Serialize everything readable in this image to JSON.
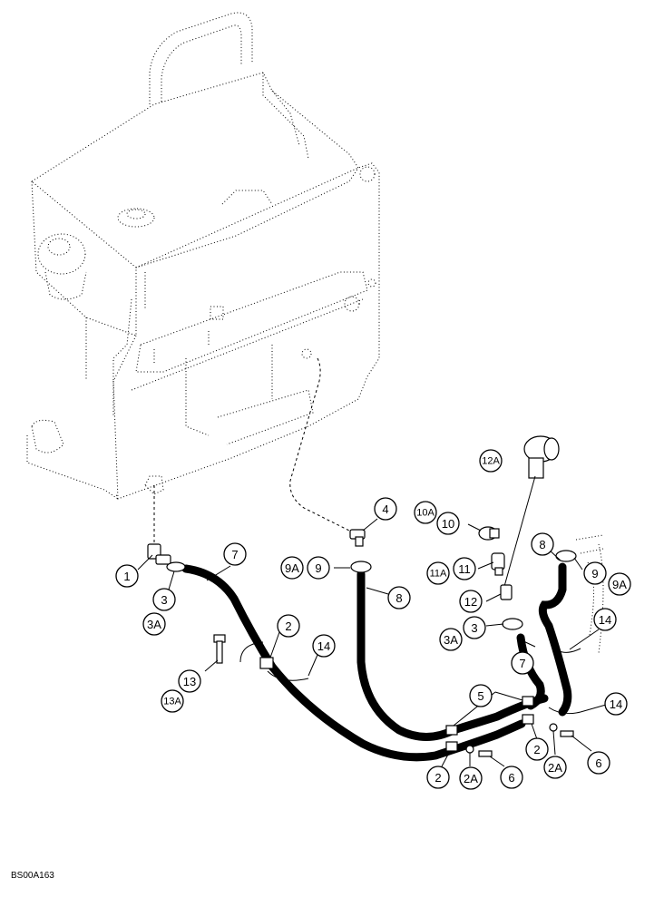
{
  "doc_id": "BS00A163",
  "callouts": [
    {
      "id": "c1",
      "label": "1"
    },
    {
      "id": "c3a",
      "label": "3"
    },
    {
      "id": "c3aa",
      "label": "3A"
    },
    {
      "id": "c7a",
      "label": "7"
    },
    {
      "id": "c2a",
      "label": "2"
    },
    {
      "id": "c14a",
      "label": "14"
    },
    {
      "id": "c13",
      "label": "13"
    },
    {
      "id": "c13a",
      "label": "13A"
    },
    {
      "id": "c4",
      "label": "4"
    },
    {
      "id": "c9aa",
      "label": "9A"
    },
    {
      "id": "c9a",
      "label": "9"
    },
    {
      "id": "c8a",
      "label": "8"
    },
    {
      "id": "c10a",
      "label": "10A"
    },
    {
      "id": "c10",
      "label": "10"
    },
    {
      "id": "c12a",
      "label": "12A"
    },
    {
      "id": "c11a",
      "label": "11A"
    },
    {
      "id": "c11",
      "label": "11"
    },
    {
      "id": "c12",
      "label": "12"
    },
    {
      "id": "c3ab",
      "label": "3A"
    },
    {
      "id": "c3b",
      "label": "3"
    },
    {
      "id": "c7b",
      "label": "7"
    },
    {
      "id": "c8b",
      "label": "8"
    },
    {
      "id": "c9b",
      "label": "9"
    },
    {
      "id": "c9ab",
      "label": "9A"
    },
    {
      "id": "c14b",
      "label": "14"
    },
    {
      "id": "c5",
      "label": "5"
    },
    {
      "id": "c14c",
      "label": "14"
    },
    {
      "id": "c2b",
      "label": "2"
    },
    {
      "id": "c2ab",
      "label": "2A"
    },
    {
      "id": "c6a",
      "label": "6"
    },
    {
      "id": "c2c",
      "label": "2"
    },
    {
      "id": "c2ac",
      "label": "2A"
    },
    {
      "id": "c6b",
      "label": "6"
    }
  ]
}
